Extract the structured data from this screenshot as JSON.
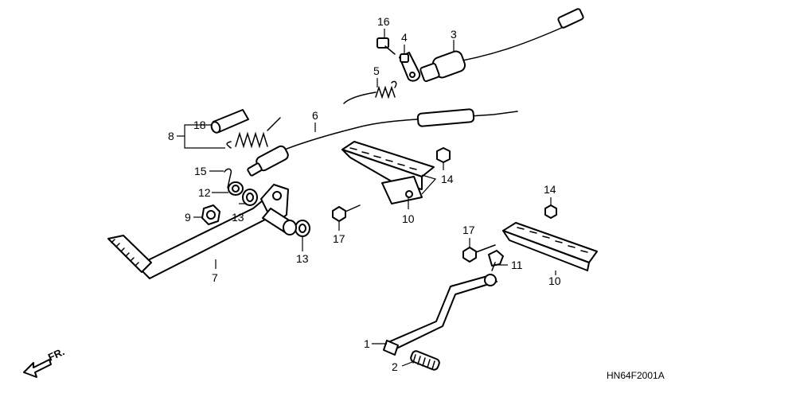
{
  "diagram_code": "HN64F2001A",
  "direction_label": "FR.",
  "callouts": [
    "1",
    "2",
    "3",
    "4",
    "5",
    "6",
    "7",
    "8",
    "9",
    "10",
    "10",
    "11",
    "12",
    "13",
    "13",
    "14",
    "14",
    "15",
    "16",
    "17",
    "17",
    "18"
  ]
}
